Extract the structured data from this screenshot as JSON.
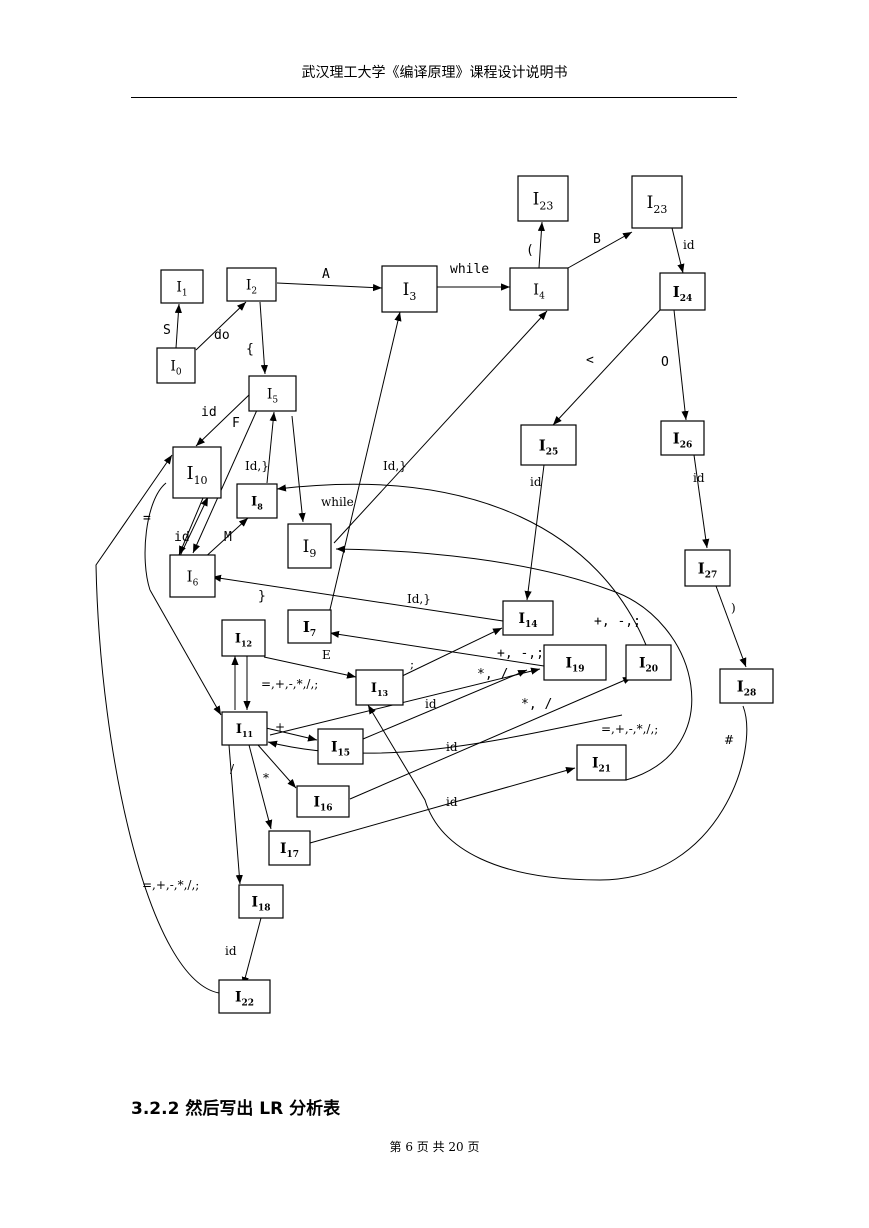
{
  "header": {
    "title": "武汉理工大学《编译原理》课程设计说明书"
  },
  "diagram": {
    "nodes": [
      {
        "id": "I0",
        "base": "I",
        "sub": "0"
      },
      {
        "id": "I1",
        "base": "I",
        "sub": "1"
      },
      {
        "id": "I2",
        "base": "I",
        "sub": "2"
      },
      {
        "id": "I3",
        "base": "I",
        "sub": "3"
      },
      {
        "id": "I4",
        "base": "I",
        "sub": "4"
      },
      {
        "id": "I23a",
        "base": "I",
        "sub": "23"
      },
      {
        "id": "I23b",
        "base": "I",
        "sub": "23"
      },
      {
        "id": "I24",
        "base": "I",
        "sub": "24"
      },
      {
        "id": "I5",
        "base": "I",
        "sub": "5"
      },
      {
        "id": "I10",
        "base": "I",
        "sub": "10"
      },
      {
        "id": "I8",
        "base": "I",
        "sub": "8"
      },
      {
        "id": "I9",
        "base": "I",
        "sub": "9"
      },
      {
        "id": "I25",
        "base": "I",
        "sub": "25"
      },
      {
        "id": "I26",
        "base": "I",
        "sub": "26"
      },
      {
        "id": "I6",
        "base": "I",
        "sub": "6"
      },
      {
        "id": "I27",
        "base": "I",
        "sub": "27"
      },
      {
        "id": "I7",
        "base": "I",
        "sub": "7"
      },
      {
        "id": "I14",
        "base": "I",
        "sub": "14"
      },
      {
        "id": "I12",
        "base": "I",
        "sub": "12"
      },
      {
        "id": "I13",
        "base": "I",
        "sub": "13"
      },
      {
        "id": "I19",
        "base": "I",
        "sub": "19"
      },
      {
        "id": "I20",
        "base": "I",
        "sub": "20"
      },
      {
        "id": "I28",
        "base": "I",
        "sub": "28"
      },
      {
        "id": "I11",
        "base": "I",
        "sub": "11"
      },
      {
        "id": "I15",
        "base": "I",
        "sub": "15"
      },
      {
        "id": "I21",
        "base": "I",
        "sub": "21"
      },
      {
        "id": "I16",
        "base": "I",
        "sub": "16"
      },
      {
        "id": "I17",
        "base": "I",
        "sub": "17"
      },
      {
        "id": "I18",
        "base": "I",
        "sub": "18"
      },
      {
        "id": "I22",
        "base": "I",
        "sub": "22"
      }
    ],
    "edge_labels": [
      "S",
      "do",
      "A",
      "while",
      "(",
      "B",
      "id",
      "{",
      "<",
      "O",
      "id",
      "F",
      "Id,}",
      "Id,}",
      "while",
      "id",
      "id",
      "M",
      "=",
      "id",
      "}",
      "Id,}",
      ")",
      "+, -,;",
      "E",
      ";",
      "+, -,;",
      "*, /",
      "id",
      "=,+,-,*,/,;",
      "*, /",
      "=,+,-,*,/,;",
      "#",
      "+",
      "id",
      "/",
      "*",
      "id",
      "=,+,-,*,/,;",
      "id"
    ]
  },
  "section": {
    "heading": "3.2.2 然后写出 LR 分析表"
  },
  "footer": {
    "page": "第 6 页 共 20 页"
  }
}
